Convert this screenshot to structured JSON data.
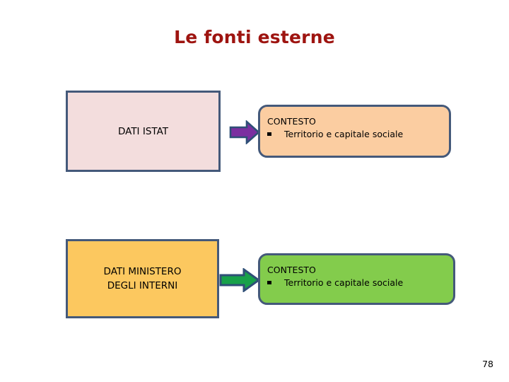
{
  "slide": {
    "title": "Le fonti esterne",
    "page_number": "78",
    "colors": {
      "title_text": "#9e1410",
      "box_border": "#44597a",
      "istat_fill": "#f3dddd",
      "ministero_fill": "#fcc85f",
      "context_peach_fill": "#fbcda1",
      "context_green_fill": "#83cc4c",
      "arrow_purple_fill": "#7b2fa0",
      "arrow_green_fill": "#18a14a",
      "arrow_outline": "#2f4f77",
      "body_text": "#000000",
      "background": "#ffffff"
    }
  },
  "flows": [
    {
      "source_label": "DATI ISTAT",
      "arrow": "right-arrow-purple",
      "context_heading": "CONTESTO",
      "context_bullets": [
        "Territorio e capitale sociale"
      ]
    },
    {
      "source_label": "DATI MINISTERO\nDEGLI INTERNI",
      "arrow": "right-arrow-green",
      "context_heading": "CONTESTO",
      "context_bullets": [
        "Territorio e capitale sociale"
      ]
    }
  ]
}
